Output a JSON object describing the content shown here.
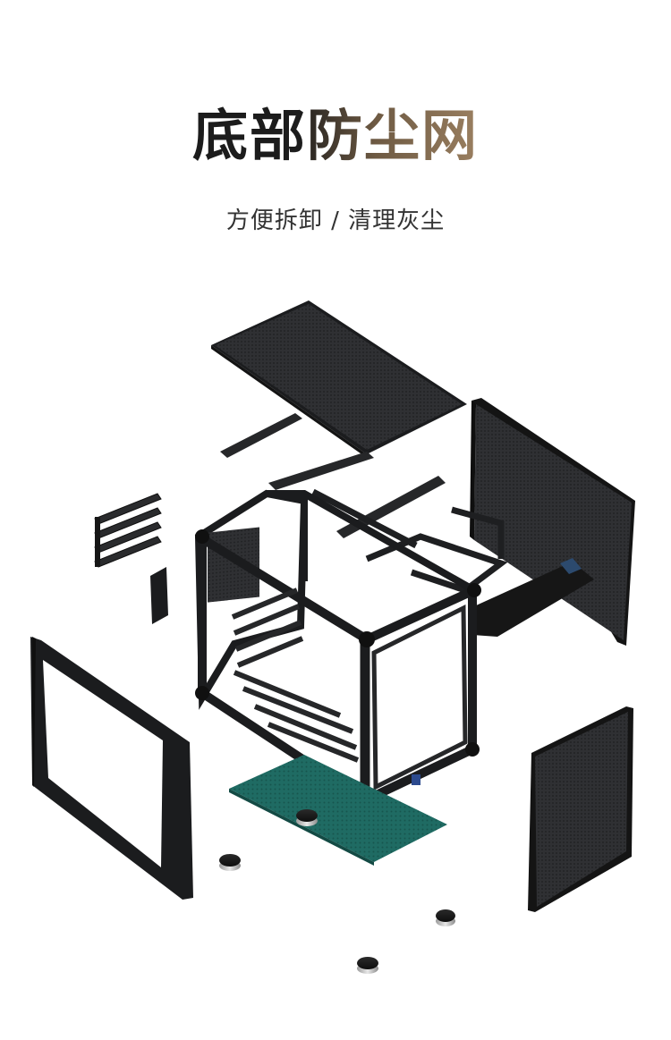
{
  "header": {
    "title_part1": "底部",
    "title_part2": "防尘网",
    "subtitle": "方便拆卸 / 清理灰尘"
  },
  "colors": {
    "background": "#ffffff",
    "panel": "#2d2e31",
    "panel_dark": "#1b1c1e",
    "dust_filter": "#1f6b63",
    "title_dark": "#1c1c1c",
    "title_gold": "#8a6f52"
  },
  "illustration": {
    "subject": "exploded-pc-case",
    "parts": [
      "top-mesh-panel",
      "right-side-mesh-panel",
      "left-frame-panel",
      "front-mesh-panel",
      "case-chassis-frame",
      "pcie-slot-covers",
      "bracket",
      "bottom-dust-filter",
      "case-feet",
      "gpu-support-bracket"
    ]
  }
}
